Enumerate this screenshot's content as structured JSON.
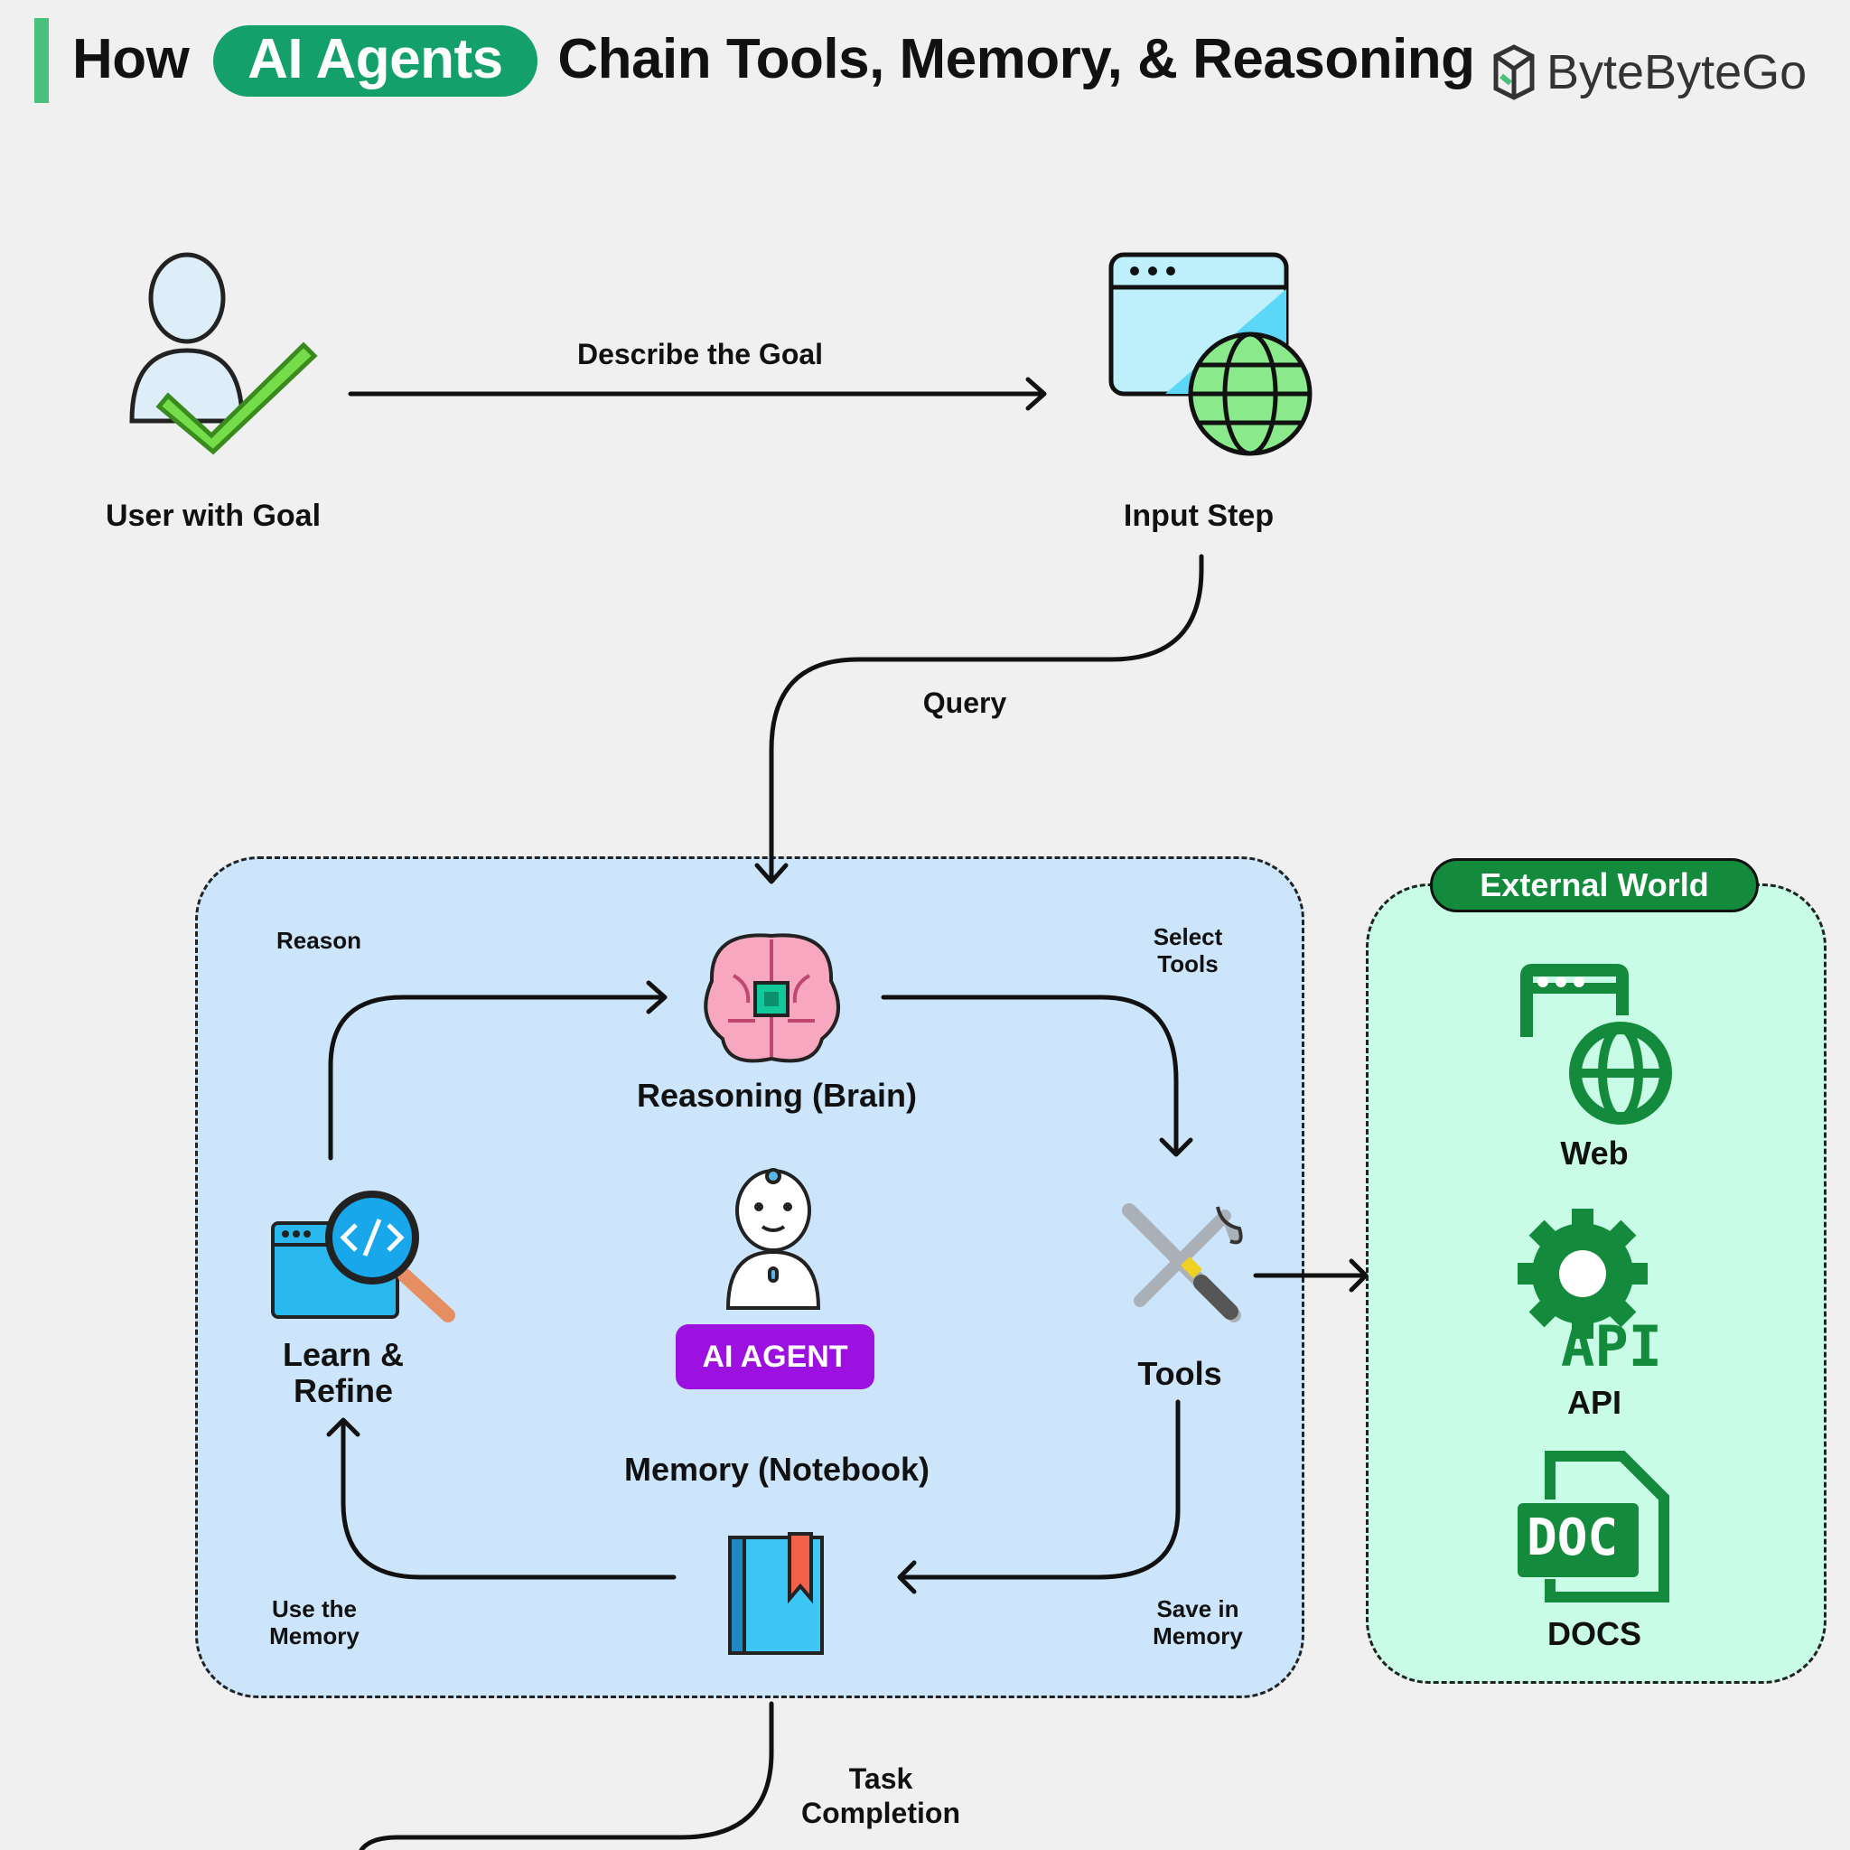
{
  "header": {
    "title_prefix": "How",
    "title_highlight": "AI Agents",
    "title_suffix": "Chain Tools, Memory, & Reasoning",
    "brand": "ByteByteGo"
  },
  "nodes": {
    "user": "User with Goal",
    "input": "Input Step",
    "reasoning": "Reasoning (Brain)",
    "tools": "Tools",
    "learn_line1": "Learn &",
    "learn_line2": "Refine",
    "agent_badge": "AI AGENT",
    "memory": "Memory (Notebook)"
  },
  "edges": {
    "describe_goal": "Describe the Goal",
    "query": "Query",
    "reason": "Reason",
    "select_tools_line1": "Select",
    "select_tools_line2": "Tools",
    "save_memory_line1": "Save in",
    "save_memory_line2": "Memory",
    "use_memory_line1": "Use the",
    "use_memory_line2": "Memory",
    "task_completion_line1": "Task",
    "task_completion_line2": "Completion"
  },
  "external": {
    "header": "External World",
    "web": "Web",
    "api": "API",
    "api_icon_text": "API",
    "docs": "DOCS",
    "doc_icon_text": "DOC"
  },
  "colors": {
    "background": "#f0f0f0",
    "accent": "#14a06a",
    "agent_area": "#cce5fb",
    "external_area": "#c8fce6",
    "external_green": "#138a3c",
    "agent_badge": "#9c10e0"
  }
}
